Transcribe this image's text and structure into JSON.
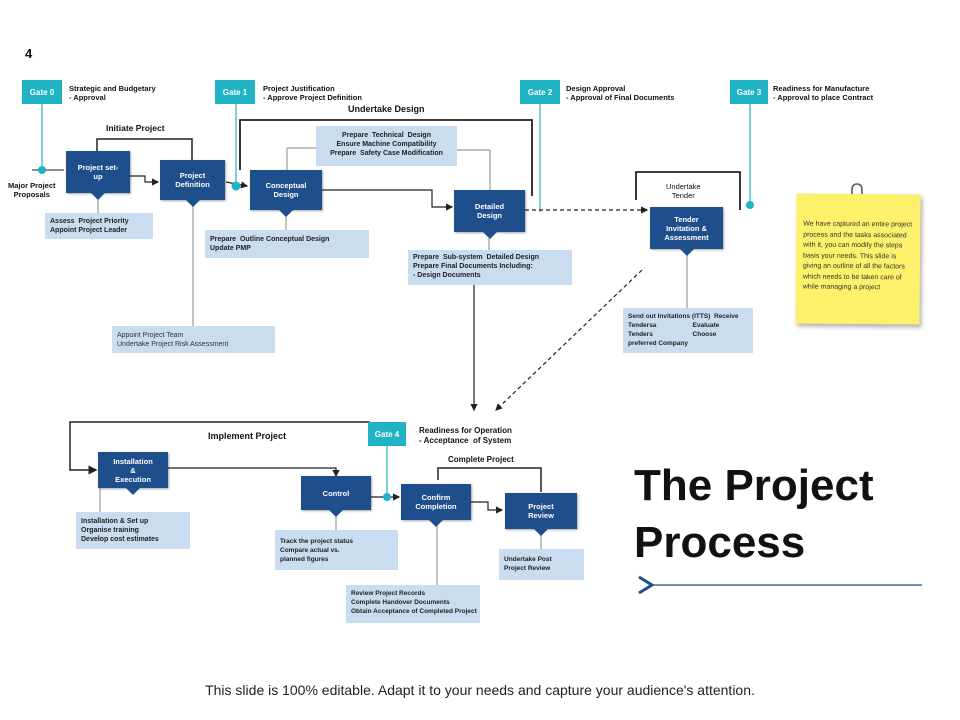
{
  "slide_number": "4",
  "title_line1": "The Project",
  "title_line2": "Process",
  "footer": "This slide is 100% editable. Adapt it to your needs and capture your audience's attention.",
  "sticky_note": "We have captured an entire project process and the tasks associated with it, you can modify the steps basis your needs. This slide is giving an outline of all the factors which needs to be taken care of while managing a project",
  "colors": {
    "gate": "#1fb3c3",
    "process_box": "#1f4e8c",
    "note_box": "#c9dcf0",
    "sticky": "#fdf16b",
    "divider": "#1f4e8c"
  },
  "gates": {
    "g0": {
      "label": "Gate 0",
      "text": "Strategic and Budgetary\n- Approval"
    },
    "g1": {
      "label": "Gate 1",
      "text": "Project Justification\n- Approve Project Definition"
    },
    "g2": {
      "label": "Gate 2",
      "text": "Design Approval\n- Approval of Final Documents"
    },
    "g3": {
      "label": "Gate 3",
      "text": "Readiness for Manufacture\n- Approval to place Contract"
    },
    "g4": {
      "label": "Gate 4",
      "text": "Readiness for Operation\n- Acceptance  of System"
    }
  },
  "phases": {
    "initiate": "Initiate Project",
    "design": "Undertake Design",
    "tender": "Undertake\nTender",
    "implement": "Implement Project",
    "complete": "Complete Project",
    "proposals": "Major Project\nProposals"
  },
  "nodes": {
    "setup": "Project set-\nup",
    "definition": "Project\nDefinition",
    "conceptual": "Conceptual\nDesign",
    "detailed": "Detailed\nDesign",
    "tender": "Tender\nInvitation &\nAssessment",
    "install": "Installation\n&\nExecution",
    "control": "Control",
    "confirm": "Confirm\nCompletion",
    "review": "Project\nReview"
  },
  "notes": {
    "setup": "Assess  Project Priority\nAppoint Project Leader",
    "definition": "Appoint Project Team\nUndertake Project Risk Assessment",
    "conceptual": "Prepare  Outline Conceptual Design\nUpdate PMP",
    "technical": "Prepare  Technical  Design\nEnsure Machine Compatibility\nPrepare  Safety Case Modification",
    "detailed": "Prepare  Sub-system  Detailed Design\nPrepare Final Documents Including:\n- Design Documents",
    "tender": "Send out Invitations (ITTS)  Receive\nTendersa                    Evaluate\nTenders                      Choose\npreferred Company",
    "install": "Installation & Set up\nOrganise training\nDevelop cost estimates",
    "control": "Track the project status\nCompare actual vs.\nplanned figures",
    "confirm": "Review Project Records\nComplete Handover Documents\nObtain Acceptance of Completed Project",
    "review": "Undertake Post\nProject Review"
  }
}
